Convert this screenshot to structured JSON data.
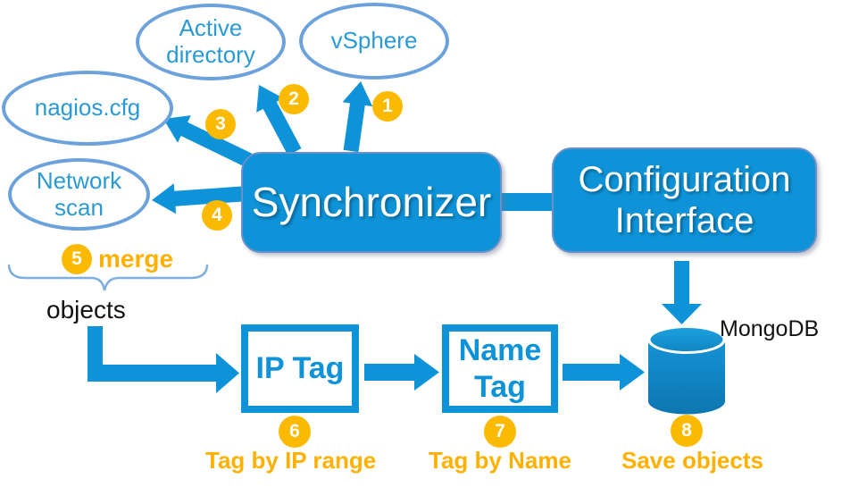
{
  "colors": {
    "box_fill": "#0E93D8",
    "arrow_blue": "#0E93D8",
    "ellipse_border": "#6CA2DC",
    "ellipse_text": "#2A9AD4",
    "badge_amber": "#FBB900",
    "caption_amber": "#FFB000",
    "cylinder_dark": "#0D76B0"
  },
  "sources": [
    {
      "id": "active-directory",
      "label": "Active\ndirectory"
    },
    {
      "id": "vsphere",
      "label": "vSphere"
    },
    {
      "id": "nagios",
      "label": "nagios.cfg"
    },
    {
      "id": "network-scan",
      "label": "Network\nscan"
    }
  ],
  "processors": {
    "synchronizer": {
      "label": "Synchronizer"
    },
    "configuration_interface": {
      "label": "Configuration\nInterface"
    },
    "ip_tag": {
      "label": "IP Tag"
    },
    "name_tag": {
      "label": "Name\nTag"
    }
  },
  "database": {
    "label": "MongoDB"
  },
  "badges": [
    "1",
    "2",
    "3",
    "4",
    "5",
    "6",
    "7",
    "8"
  ],
  "captions": {
    "merge": "merge",
    "objects": "objects",
    "tag_by_ip": "Tag by IP range",
    "tag_by_name": "Tag by Name",
    "save_objects": "Save objects"
  }
}
